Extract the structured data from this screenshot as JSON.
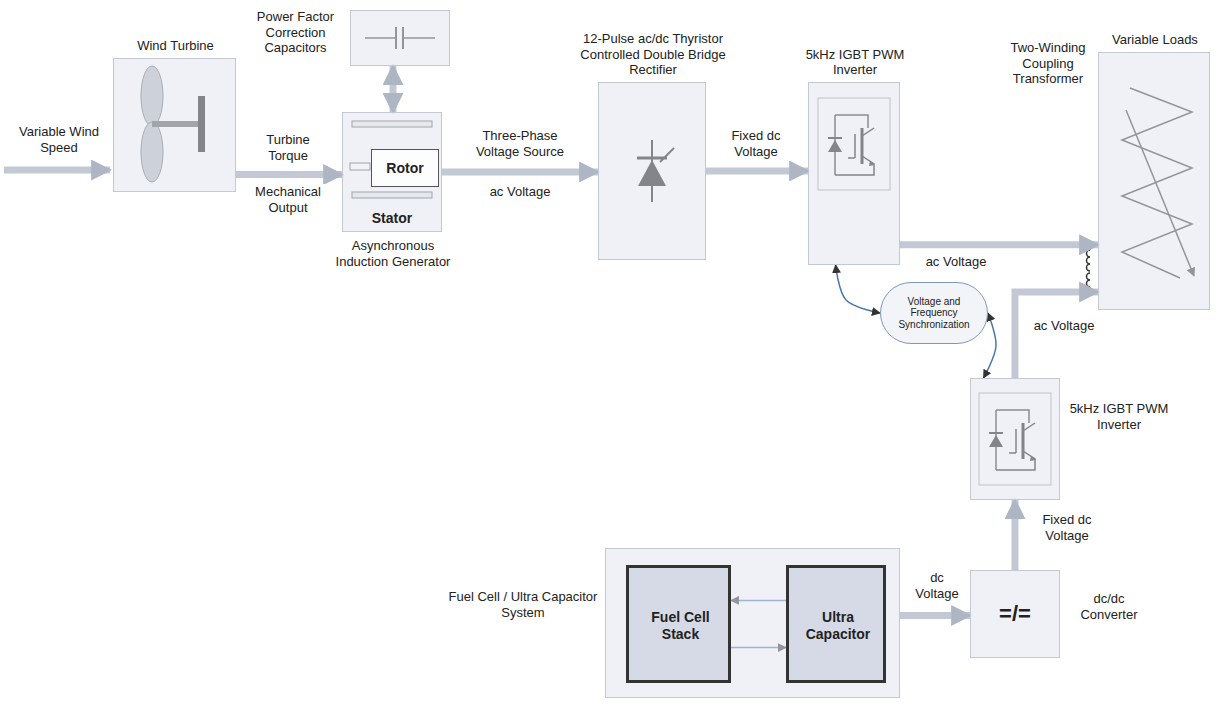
{
  "diagram": {
    "nodes": [
      {
        "text": [
          "Wind Turbine"
        ]
      },
      {
        "text": [
          "Stator",
          "Asynchronous Induction Generator"
        ]
      },
      {
        "text": [
          "Rotor"
        ],
        "in": 1
      },
      {
        "text": [
          "Power Factor Correction Capacitors"
        ]
      },
      {
        "text": [
          "12-Pulse ac/dc Thyristor Controlled Double Bridge Rectifier"
        ]
      },
      {
        "text": [
          "5kHz IGBT PWM Inverter"
        ]
      },
      {
        "text": [
          "Variable Loads"
        ]
      },
      {
        "text": [
          "Voltage and Frequency Synchronization"
        ]
      },
      {
        "text": [
          "5kHz IGBT PWM Inverter"
        ]
      },
      {
        "text": [
          "=/=",
          "dc/dc Converter"
        ]
      },
      {
        "text": [
          "Fuel Cell / Ultra Capacitor System"
        ]
      },
      {
        "text": [
          "Fuel Cell Stack"
        ],
        "in": 10
      },
      {
        "text": [
          "Ultra Capacitor"
        ],
        "in": 10
      }
    ],
    "edges": [
      {
        "from": 0,
        "to": 1,
        "label": "Turbine Torque",
        "arrow": "to"
      },
      {
        "from": 3,
        "to": 1,
        "arrow": "both"
      },
      {
        "from": 1,
        "to": 4,
        "label": "Three-Phase Voltage Source",
        "arrow": "to"
      },
      {
        "from": 4,
        "to": 5,
        "label": "Fixed dc Voltage",
        "arrow": "to"
      },
      {
        "from": 5,
        "to": 6,
        "label": "ac Voltage",
        "arrow": "to"
      },
      {
        "from": 8,
        "to": 6,
        "label": "ac Voltage",
        "arrow": "to"
      },
      {
        "from": 5,
        "to": 7,
        "arrow": "both"
      },
      {
        "from": 7,
        "to": 8,
        "arrow": "both"
      },
      {
        "from": 9,
        "to": 8,
        "label": "Fixed dc Voltage",
        "arrow": "to"
      },
      {
        "from": 10,
        "to": 9,
        "label": "dc Voltage",
        "arrow": "to"
      },
      {
        "from": 12,
        "to": 11,
        "arrow": "to"
      },
      {
        "from": 11,
        "to": 12,
        "arrow": "to"
      }
    ],
    "labels": [
      "Variable Wind Speed",
      "Mechanical Output",
      "ac Voltage",
      "Two-Winding Coupling Transformer"
    ]
  }
}
